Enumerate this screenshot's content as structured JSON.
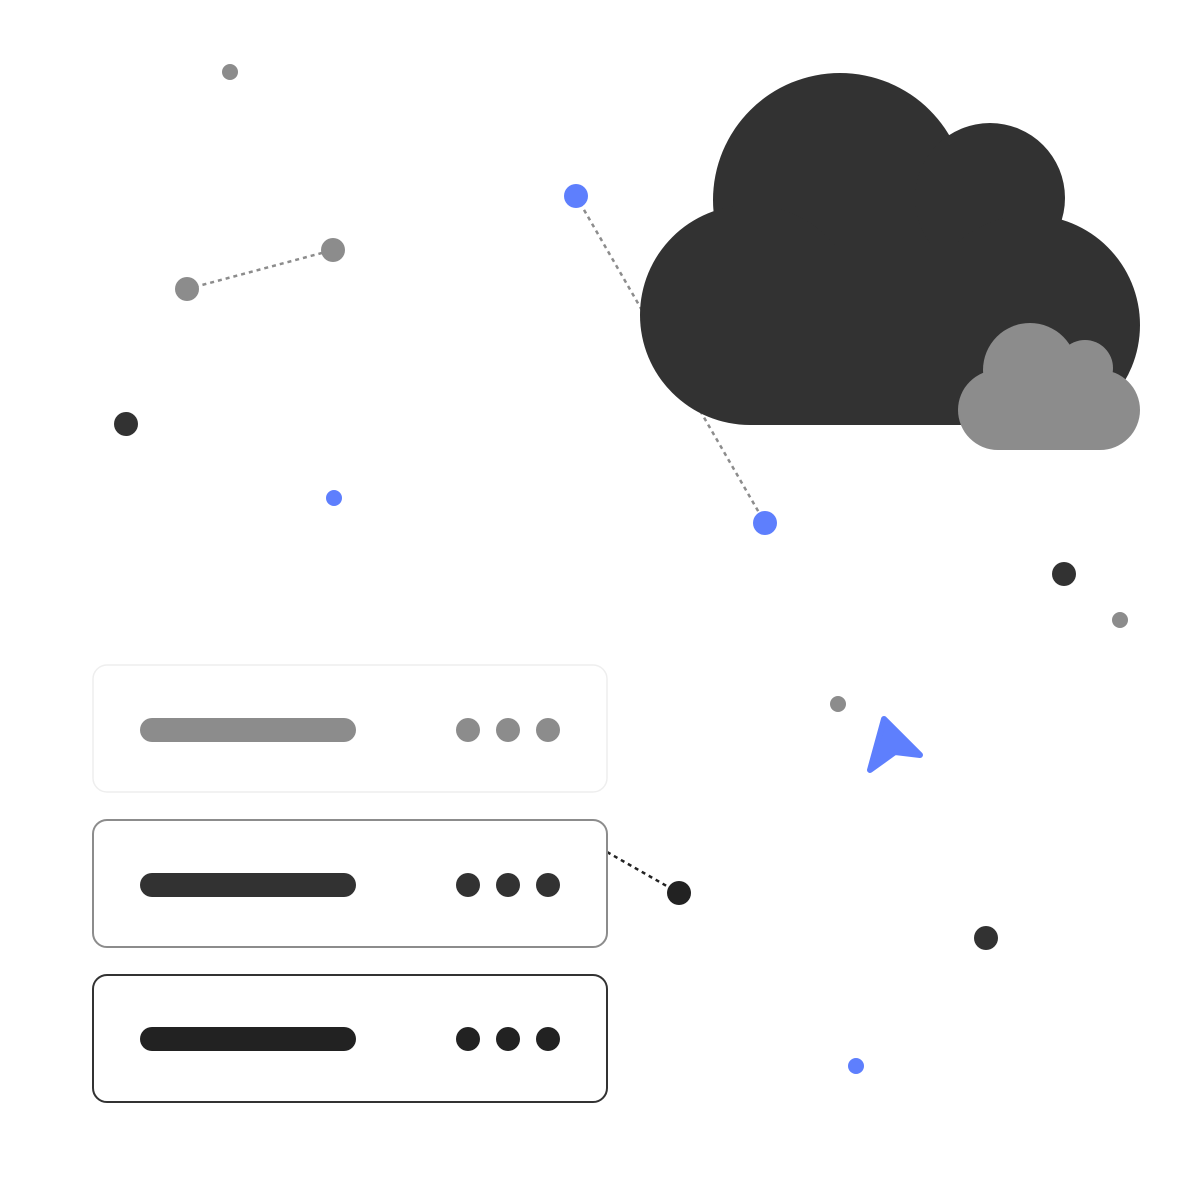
{
  "colors": {
    "background": "#ffffff",
    "accent_blue": "#5e7ffd",
    "dark": "#323232",
    "darker": "#222222",
    "mid_gray": "#8c8c8c",
    "light_border": "#eeeeee"
  },
  "icons": {
    "main_cloud": "cloud-icon",
    "small_cloud": "cloud-icon",
    "pointer": "cursor-arrow-icon",
    "server_menu": "three-dots-icon"
  },
  "server_stack": [
    {
      "state": "faded"
    },
    {
      "state": "connected"
    },
    {
      "state": "active"
    }
  ]
}
